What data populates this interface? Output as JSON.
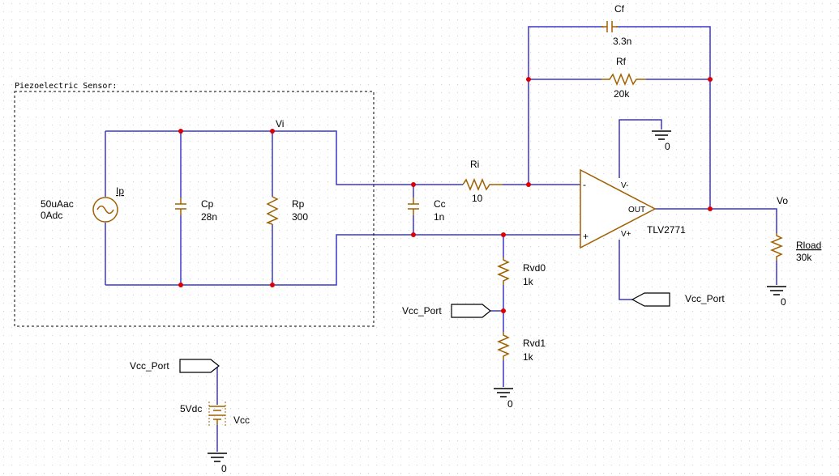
{
  "colors": {
    "wire": "#3d36cc",
    "part": "#a06000",
    "node": "#e00000",
    "ink": "#000000"
  },
  "title": "Piezoelectric Sensor:",
  "source": {
    "name": "Ip",
    "ac": "50uAac",
    "dc": "0Adc"
  },
  "cp": {
    "name": "Cp",
    "value": "28n"
  },
  "rp": {
    "name": "Rp",
    "value": "300"
  },
  "vi": "Vi",
  "cc": {
    "name": "Cc",
    "value": "1n"
  },
  "ri": {
    "name": "Ri",
    "value": "10"
  },
  "cf": {
    "name": "Cf",
    "value": "3.3n"
  },
  "rf": {
    "name": "Rf",
    "value": "20k"
  },
  "opamp": {
    "part": "TLV2771",
    "minus": "-",
    "plus": "+",
    "vminus": "V-",
    "vplus": "V+",
    "out": "OUT"
  },
  "vo": "Vo",
  "rload": {
    "name": "Rload",
    "value": "30k"
  },
  "rvd0": {
    "name": "Rvd0",
    "value": "1k"
  },
  "rvd1": {
    "name": "Rvd1",
    "value": "1k"
  },
  "vcc_port": "Vcc_Port",
  "vdc": {
    "name": "Vcc",
    "value": "5Vdc"
  },
  "ground": "0"
}
